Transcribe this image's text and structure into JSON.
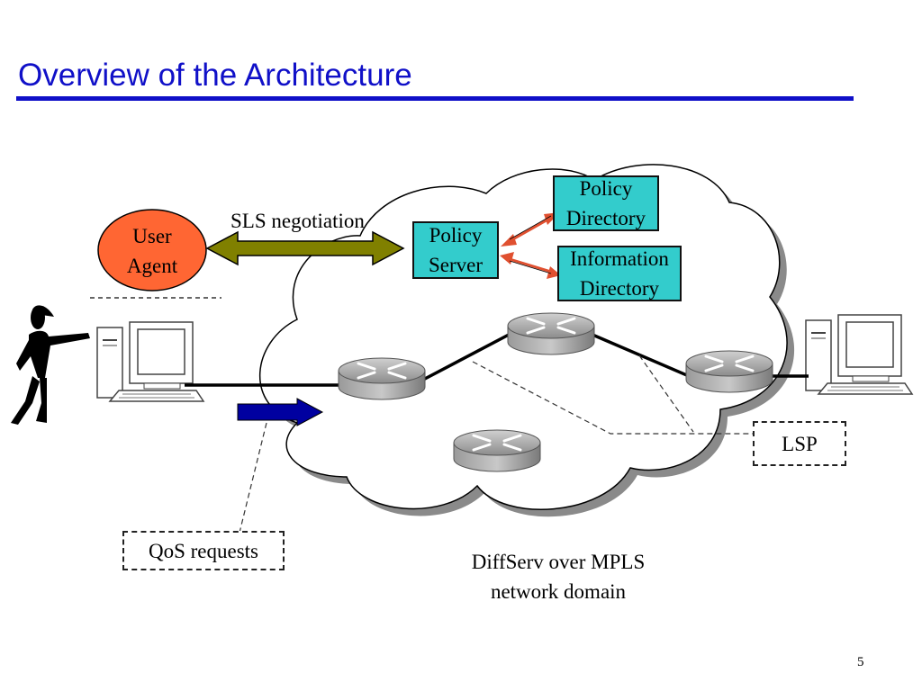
{
  "slide": {
    "title": "Overview of the Architecture",
    "page_number": "5"
  },
  "nodes": {
    "user_agent": [
      "User",
      "Agent"
    ],
    "policy_server": [
      "Policy",
      "Server"
    ],
    "policy_directory": [
      "Policy",
      "Directory"
    ],
    "information_directory": [
      "Information",
      "Directory"
    ]
  },
  "labels": {
    "sls_negotiation": "SLS negotiation",
    "lsp": "LSP",
    "qos_requests": "QoS requests",
    "domain": [
      "DiffServ over MPLS",
      "network domain"
    ]
  },
  "colors": {
    "title": "#1010c8",
    "user_agent_fill": "#ff6633",
    "server_fill": "#33cccc",
    "sls_arrow": "#808000",
    "qos_arrow": "#0000a0",
    "policy_links": "#e05030"
  },
  "icons": [
    "person-icon",
    "computer-icon",
    "router-icon",
    "cloud-icon"
  ]
}
